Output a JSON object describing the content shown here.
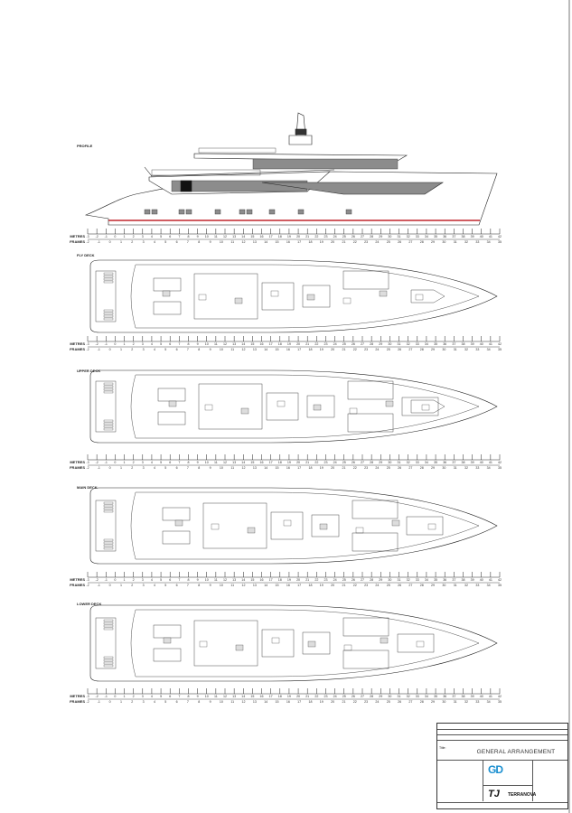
{
  "views": [
    {
      "id": "profile",
      "label": "PROFILE"
    },
    {
      "id": "fly",
      "label": "FLY DECK"
    },
    {
      "id": "upper",
      "label": "UPPER DECK"
    },
    {
      "id": "main",
      "label": "MAIN DECK"
    },
    {
      "id": "lower",
      "label": "LOWER DECK"
    }
  ],
  "scale": {
    "metres_label": "METRES",
    "frames_label": "FRAMES",
    "metres_range": [
      -3,
      42
    ],
    "frames_range": [
      -2,
      35
    ]
  },
  "colors": {
    "waterline": "#c0272d",
    "glazing": "#8c8c8c",
    "line": "#222222",
    "logo_blue": "#1a8fd0"
  },
  "title_block": {
    "title_label": "Title:",
    "title": "GENERAL ARRANGEMENT",
    "designer_logo": "GD",
    "builder_logo": "TERRANOVA"
  }
}
